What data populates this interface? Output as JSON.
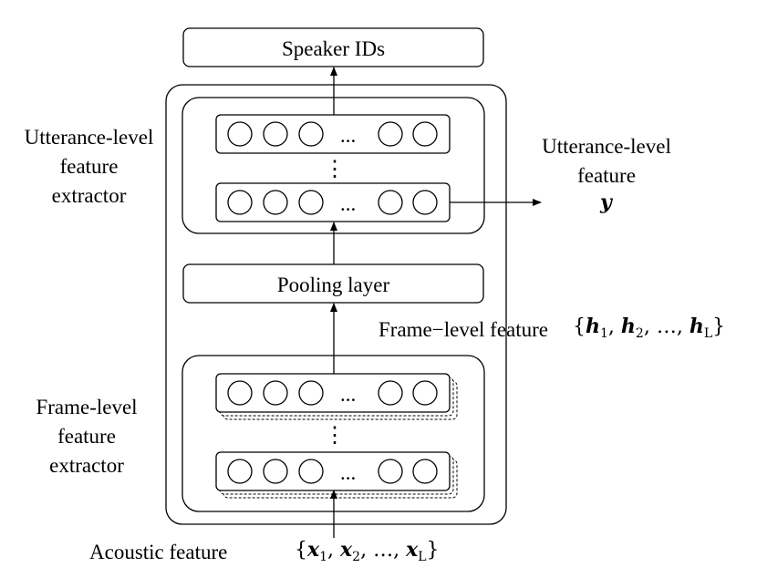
{
  "top_box": {
    "label": "Speaker IDs"
  },
  "pooling_box": {
    "label": "Pooling layer"
  },
  "utterance_extractor": {
    "label": "Utterance-level\nfeature\nextractor"
  },
  "frame_extractor": {
    "label": "Frame-level\nfeature\nextractor"
  },
  "utterance_output": {
    "label": "Utterance-level\nfeature",
    "symbol": "y"
  },
  "frame_feature": {
    "label": "Frame−level feature",
    "open": "{",
    "close": "}",
    "sep": ",",
    "ellipsis": "…",
    "symbols": [
      {
        "base": "h",
        "sub": "1"
      },
      {
        "base": "h",
        "sub": "2"
      },
      {
        "base": "h",
        "sub": "L"
      }
    ]
  },
  "acoustic_feature": {
    "label": "Acoustic feature",
    "open": "{",
    "close": "}",
    "sep": ",",
    "ellipsis": "…",
    "symbols": [
      {
        "base": "x",
        "sub": "1"
      },
      {
        "base": "x",
        "sub": "2"
      },
      {
        "base": "x",
        "sub": "L"
      }
    ]
  },
  "neuron_ellipsis": "...",
  "vertical_ellipsis": "⋮"
}
